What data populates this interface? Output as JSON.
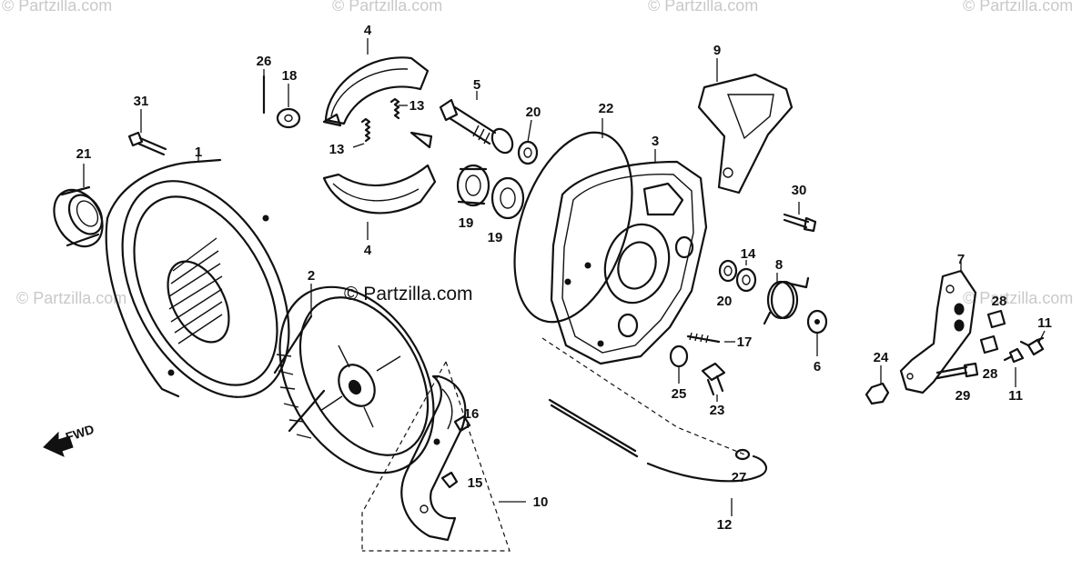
{
  "watermarks": [
    "© Partzilla.com",
    "© Partzilla.com",
    "© Partzilla.com",
    "© Partzilla.com",
    "© Partzilla.com",
    "© Partzilla.com"
  ],
  "brand_label": "© Partzilla.com",
  "fwd_label": "FWD",
  "callouts": {
    "c1": "1",
    "c2": "2",
    "c3": "3",
    "c4a": "4",
    "c4b": "4",
    "c5": "5",
    "c6": "6",
    "c7": "7",
    "c8": "8",
    "c9": "9",
    "c10": "10",
    "c11a": "11",
    "c11b": "11",
    "c12": "12",
    "c13a": "13",
    "c13b": "13",
    "c14": "14",
    "c15": "15",
    "c16": "16",
    "c17": "17",
    "c18": "18",
    "c19a": "19",
    "c19b": "19",
    "c20a": "20",
    "c20b": "20",
    "c21": "21",
    "c22": "22",
    "c23": "23",
    "c24": "24",
    "c25": "25",
    "c26": "26",
    "c27": "27",
    "c28a": "28",
    "c28b": "28",
    "c29": "29",
    "c30": "30",
    "c31": "31"
  }
}
